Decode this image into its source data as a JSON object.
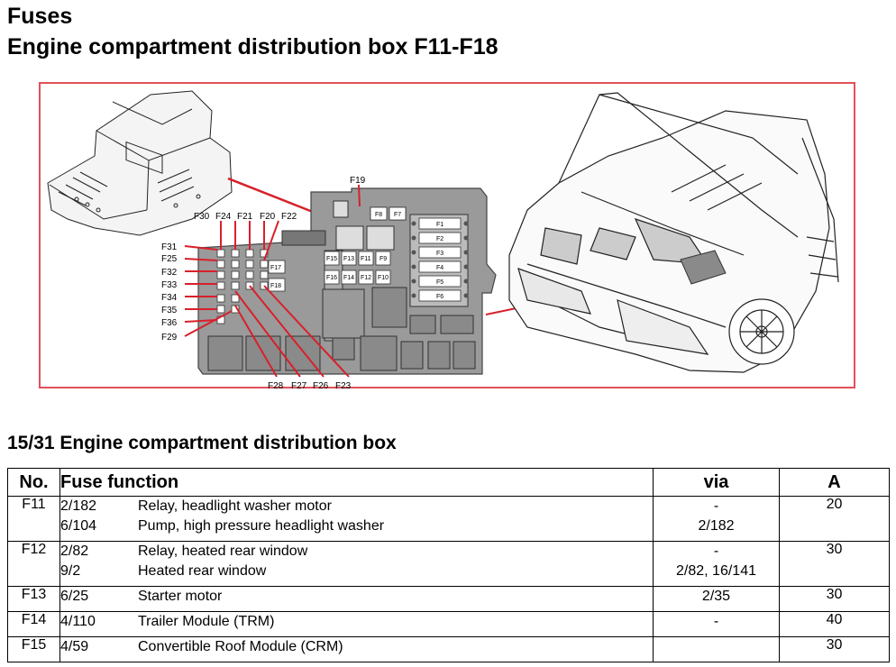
{
  "header": {
    "title": "Fuses",
    "subtitle": "Engine compartment distribution box F11-F18"
  },
  "figure": {
    "fuse_labels": {
      "F19": "F19",
      "F30": "F30",
      "F24": "F24",
      "F21": "F21",
      "F20": "F20",
      "F22": "F22",
      "F31": "F31",
      "F25": "F25",
      "F32": "F32",
      "F33": "F33",
      "F34": "F34",
      "F35": "F35",
      "F36": "F36",
      "F29": "F29",
      "F28": "F28",
      "F27": "F27",
      "F26": "F26",
      "F23": "F23",
      "F17": "F17",
      "F18": "F18",
      "F8": "F8",
      "F7": "F7",
      "F15": "F15",
      "F13": "F13",
      "F11": "F11",
      "F9": "F9",
      "F16": "F16",
      "F14": "F14",
      "F12": "F12",
      "F10": "F10",
      "F1": "F1",
      "F2": "F2",
      "F3": "F3",
      "F4": "F4",
      "F5": "F5",
      "F6": "F6"
    },
    "frame_color": "#e0505a",
    "callout_color": "#d8202a"
  },
  "section": {
    "title": "15/31 Engine compartment distribution box"
  },
  "table": {
    "headers": {
      "no": "No.",
      "function": "Fuse function",
      "via": "via",
      "a": "A"
    },
    "rows": [
      {
        "no": "F11",
        "lines": [
          {
            "code": "2/182",
            "text": "Relay, headlight washer motor",
            "via": "-"
          },
          {
            "code": "6/104",
            "text": "Pump, high pressure headlight washer",
            "via": "2/182"
          }
        ],
        "a": "20"
      },
      {
        "no": "F12",
        "lines": [
          {
            "code": "2/82",
            "text": "Relay, heated rear window",
            "via": "-"
          },
          {
            "code": "9/2",
            "text": "Heated rear window",
            "via": "2/82, 16/141"
          }
        ],
        "a": "30"
      },
      {
        "no": "F13",
        "lines": [
          {
            "code": "6/25",
            "text": "Starter motor",
            "via": "2/35"
          }
        ],
        "a": "30"
      },
      {
        "no": "F14",
        "lines": [
          {
            "code": "4/110",
            "text": "Trailer Module (TRM)",
            "via": "-"
          }
        ],
        "a": "40"
      },
      {
        "no": "F15",
        "lines": [
          {
            "code": "4/59",
            "text": "Convertible Roof Module (CRM)",
            "via": ""
          }
        ],
        "a": "30"
      }
    ]
  }
}
